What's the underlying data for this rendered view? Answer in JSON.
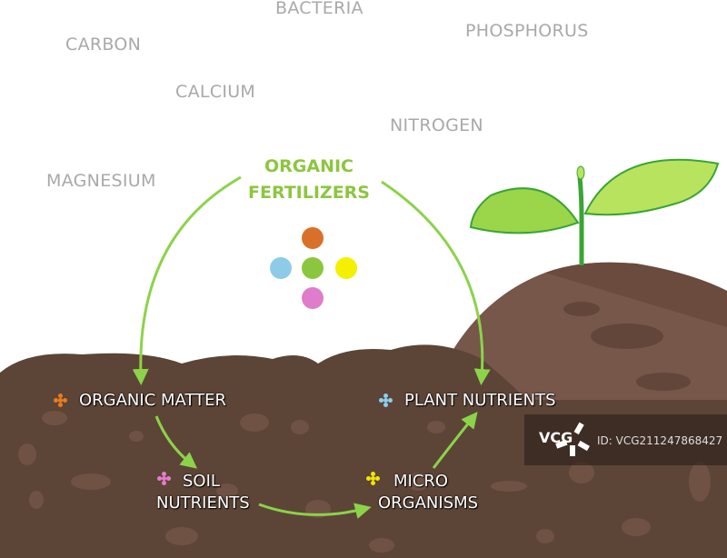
{
  "elements": [
    "BACTERIA",
    "CARBON",
    "PHOSPHORUS",
    "CALCIUM",
    "NITROGEN",
    "MAGNESIUM"
  ],
  "title": {
    "line1": "ORGANIC",
    "line2": "FERTILIZERS"
  },
  "stages": [
    {
      "label_lines": [
        "ORGANIC MATTER"
      ],
      "color": "#e87d1e"
    },
    {
      "label_lines": [
        "SOIL",
        "NUTRIENTS"
      ],
      "color": "#e77bd0"
    },
    {
      "label_lines": [
        "MICRO",
        "ORGANISMS"
      ],
      "color": "#f2e600"
    },
    {
      "label_lines": [
        "PLANT NUTRIENTS"
      ],
      "color": "#8ecdf0"
    }
  ],
  "center_dot_colors": [
    "#d9702a",
    "#8ecbe8",
    "#8cc63f",
    "#f5ef00",
    "#e07ccc"
  ],
  "watermark": {
    "brand": "VCG",
    "id": "ID: VCG211247868427"
  },
  "colors": {
    "soil": "#5c4536",
    "mound": "#77574a",
    "arrow": "#8cd34a",
    "leaf": "#9ad54a"
  }
}
